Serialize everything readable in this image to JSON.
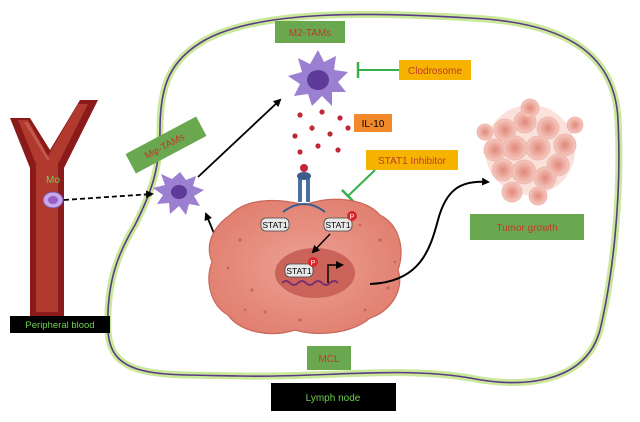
{
  "labels": {
    "m2_tams": "M2-TAMs",
    "mphi_tams": "Mφ-TAMs",
    "clodrosome": "Clodrosome",
    "il10": "IL-10",
    "stat1_inhibitor": "STAT1 Inhibitor",
    "tumor_growth": "Tumor growth",
    "mo": "Mo",
    "peripheral_blood": "Peripheral blood",
    "mcl": "MCL",
    "lymph_node": "Lymph node",
    "stat1_left": "STAT1",
    "stat1_right": "STAT1",
    "stat1_nucleus": "STAT1",
    "phospho_right": "P",
    "phospho_nucleus": "P"
  },
  "colors": {
    "green_box_fill": "#6aa84f",
    "green_box_text": "#c0392b",
    "orange_box_fill": "#f6b300",
    "orange_box_text": "#c0392b",
    "il10_box_fill": "#f28a2c",
    "black_box_fill": "#000000",
    "black_box_text": "#6fcf4f",
    "lymph_node_border": "#5b3a86",
    "lymph_node_glow": "#c9e89a",
    "vessel": "#8b1a1a",
    "macrophage": "#9b7fd1",
    "mcl_cell": "#e58a7a",
    "tumor": "#f1a69a",
    "inhibitor_line": "#36b04a"
  }
}
